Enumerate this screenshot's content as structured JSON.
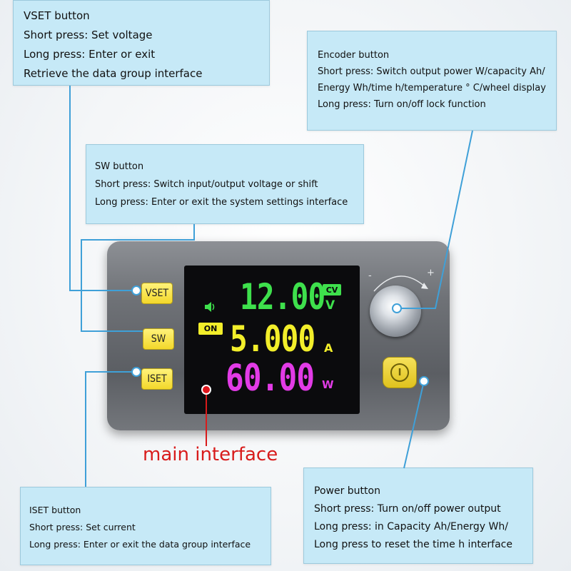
{
  "callouts": {
    "vset": {
      "title": "VSET button",
      "lines": [
        "Short press: Set voltage",
        "Long press: Enter or exit",
        "Retrieve the data group interface"
      ]
    },
    "encoder": {
      "title": "Encoder button",
      "lines": [
        "Short press: Switch output power W/capacity Ah/",
        "Energy Wh/time h/temperature ° C/wheel display",
        "Long press: Turn on/off lock function"
      ]
    },
    "sw": {
      "title": "SW button",
      "lines": [
        "Short press: Switch input/output voltage or shift",
        "Long press: Enter or exit the system settings interface"
      ]
    },
    "iset": {
      "title": "ISET button",
      "lines": [
        "Short press: Set current",
        "Long press: Enter or exit the data group interface"
      ]
    },
    "power": {
      "title": "Power button",
      "lines": [
        "Short press: Turn on/off power output",
        "Long press: in Capacity Ah/Energy Wh/",
        "Long press to reset the time h interface"
      ]
    }
  },
  "main_label": "main interface",
  "device": {
    "buttons": {
      "vset": "VSET",
      "sw": "SW",
      "iset": "ISET"
    },
    "display": {
      "voltage": "12.00",
      "voltage_unit": "V",
      "current": "5.000",
      "current_unit": "A",
      "power": "60.00",
      "power_unit": "W",
      "mode_badge": "CV",
      "output_badge": "ON"
    },
    "knob_minus": "-",
    "knob_plus": "+"
  },
  "colors": {
    "callout_bg": "#c6e9f7",
    "leader_line": "#3fa0d8",
    "voltage": "#3ee04c",
    "current": "#f2ee2a",
    "power": "#e23be6",
    "button_yellow": "#f3d82b",
    "label_red": "#d81b1b"
  }
}
